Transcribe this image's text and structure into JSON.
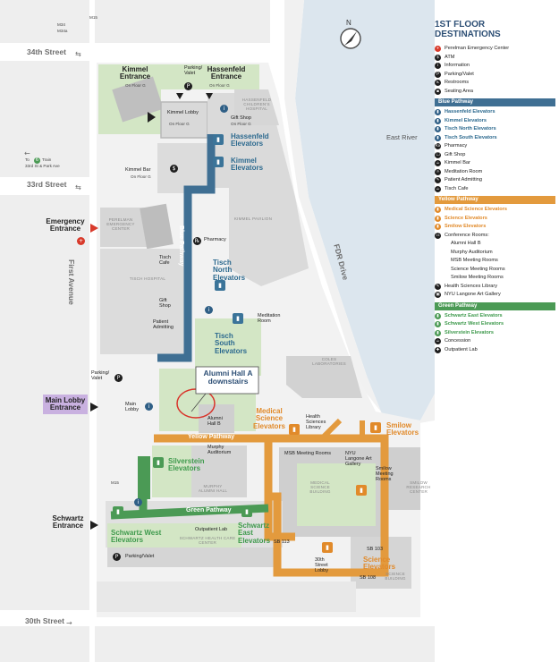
{
  "colors": {
    "blue_pathway": "#3f6f93",
    "yellow_pathway": "#e39a3d",
    "green_pathway": "#4b9a55",
    "water": "#dce6ee",
    "building": "#e4e4e4",
    "courtyard": "#d3e6c5",
    "emergency_red": "#d83a2b",
    "main_lobby_purple": "#c9b1e0"
  },
  "streets": {
    "s34": "34th Street",
    "s33": "33rd Street",
    "s30": "30th Street",
    "first_ave": "First Avenue",
    "fdr": "FDR Drive",
    "east_river": "East River",
    "bus_m34": "M34",
    "bus_m34a": "M34a",
    "bus_m15_top": "M15",
    "bus_m15_bottom": "M15",
    "train_to": "To",
    "train_line": "Train",
    "train_stop": "33rd St & Park Ave"
  },
  "compass": "N",
  "buildings": {
    "hassenfeld": "HASSENFELD CHILDREN'S HOSPITAL",
    "kimmel_pavilion": "KIMMEL PAVILION",
    "perelman": "PERELMAN EMERGENCY CENTER",
    "tisch": "TISCH HOSPITAL",
    "coles": "COLES LABORATORIES",
    "medical_science": "MEDICAL SCIENCE BUILDING",
    "smilow_research": "SMILOW RESEARCH CENTER",
    "murphy": "MURPHY ALUMNI HALL",
    "schwartz": "SCHWARTZ HEALTH CARE CENTER",
    "science_building": "SCIENCE BUILDING"
  },
  "entrances": {
    "kimmel": "Kimmel Entrance",
    "kimmel_floor": "On Floor G",
    "hassenfeld": "Hassenfeld Entrance",
    "hassenfeld_floor": "On Floor G",
    "emergency": "Emergency Entrance",
    "main_lobby": "Main Lobby Entrance",
    "schwartz": "Schwartz Entrance"
  },
  "places": {
    "parking_top": "Parking/ Valet",
    "kimmel_lobby": "Kimmel Lobby",
    "kimmel_lobby_floor": "On Floor G",
    "gift_shop_top": "Gift Shop",
    "gift_shop_top_floor": "On Floor G",
    "kimmel_bar": "Kimmel Bar",
    "kimmel_bar_floor": "On Floor G",
    "pharmacy": "Pharmacy",
    "tisch_cafe": "Tisch Cafe",
    "gift_shop": "Gift Shop",
    "patient_admitting": "Patient Admitting",
    "meditation_room": "Meditation Room",
    "parking_mid": "Parking/ Valet",
    "main_lobby": "Main Lobby",
    "alumni_hall_b": "Alumni Hall B",
    "murphy_auditorium": "Murphy Auditorium",
    "health_sciences_library": "Health Sciences Library",
    "msb_meeting_rooms": "MSB Meeting Rooms",
    "nyu_langone_art_gallery": "NYU Langone Art Gallery",
    "smilow_meeting_rooms": "Smilow Meeting Rooms",
    "outpatient_lab": "Outpatient Lab",
    "parking_bottom": "Parking/Valet",
    "sb113": "SB 113",
    "sb103": "SB 103",
    "sb108": "SB 108",
    "thirtieth_lobby": "30th Street Lobby"
  },
  "elevators": {
    "hassenfeld": "Hassenfeld Elevators",
    "kimmel": "Kimmel Elevators",
    "tisch_north": "Tisch North Elevators",
    "tisch_south": "Tisch South Elevators",
    "medical_science": "Medical Science Elevators",
    "smilow": "Smilow Elevators",
    "silverstein": "Silverstein Elevators",
    "schwartz_west": "Schwartz West Elevators",
    "schwartz_east": "Schwartz East Elevators",
    "science": "Science Elevators"
  },
  "pathways": {
    "blue": "Blue Pathway",
    "yellow": "Yellow Pathway",
    "green": "Green Pathway"
  },
  "callout": {
    "text": "Alumni Hall A downstairs"
  },
  "legend": {
    "title_line1": "1ST FLOOR",
    "title_line2": "DESTINATIONS",
    "general": [
      {
        "label": "Perelman Emergency Center",
        "icon": "emergency-cross-icon",
        "glyph": "+"
      },
      {
        "label": "ATM",
        "icon": "atm-icon",
        "glyph": "$"
      },
      {
        "label": "Information",
        "icon": "information-icon",
        "glyph": "i"
      },
      {
        "label": "Parking/Valet",
        "icon": "parking-icon",
        "glyph": "P"
      },
      {
        "label": "Restrooms",
        "icon": "restroom-icon",
        "glyph": "♿"
      },
      {
        "label": "Seating Area",
        "icon": "seating-icon",
        "glyph": "▪"
      }
    ],
    "blue_header": "Blue Pathway",
    "blue_items": [
      {
        "label": "Hassenfeld Elevators",
        "glyph": "▮",
        "color": "blue"
      },
      {
        "label": "Kimmel Elevators",
        "glyph": "▮",
        "color": "blue"
      },
      {
        "label": "Tisch North Elevators",
        "glyph": "▮",
        "color": "blue"
      },
      {
        "label": "Tisch South Elevators",
        "glyph": "▮",
        "color": "blue"
      },
      {
        "label": "Pharmacy",
        "glyph": "Rx",
        "color": "black"
      },
      {
        "label": "Gift Shop",
        "glyph": "☐",
        "color": "black"
      },
      {
        "label": "Kimmel Bar",
        "glyph": "☕",
        "color": "black"
      },
      {
        "label": "Meditation Room",
        "glyph": "☼",
        "color": "black"
      },
      {
        "label": "Patient Admitting",
        "glyph": "✎",
        "color": "black"
      },
      {
        "label": "Tisch Cafe",
        "glyph": "☕",
        "color": "black"
      }
    ],
    "yellow_header": "Yellow Pathway",
    "yellow_items": [
      {
        "label": "Medical Science Elevators",
        "glyph": "▮",
        "color": "or",
        "sub": false
      },
      {
        "label": "Science Elevators",
        "glyph": "▮",
        "color": "or",
        "sub": false
      },
      {
        "label": "Smilow Elevators",
        "glyph": "▮",
        "color": "or",
        "sub": false
      },
      {
        "label": "Conference Rooms:",
        "glyph": "☷",
        "color": "black",
        "sub": false
      },
      {
        "label": "Alumni Hall B",
        "glyph": "",
        "color": "none",
        "sub": true
      },
      {
        "label": "Murphy Auditorium",
        "glyph": "",
        "color": "none",
        "sub": true
      },
      {
        "label": "MSB Meeting Rooms",
        "glyph": "",
        "color": "none",
        "sub": true
      },
      {
        "label": "Science Meeting Rooms",
        "glyph": "",
        "color": "none",
        "sub": true
      },
      {
        "label": "Smilow Meeting Rooms",
        "glyph": "",
        "color": "none",
        "sub": true
      },
      {
        "label": "Health Sciences Library",
        "glyph": "✎",
        "color": "black",
        "sub": false
      },
      {
        "label": "NYU Langone Art Gallery",
        "glyph": "▣",
        "color": "black",
        "sub": false
      }
    ],
    "green_header": "Green Pathway",
    "green_items": [
      {
        "label": "Schwartz East Elevators",
        "glyph": "▮",
        "color": "gr"
      },
      {
        "label": "Schwartz West Elevators",
        "glyph": "▮",
        "color": "gr"
      },
      {
        "label": "Silverstein Elevators",
        "glyph": "▮",
        "color": "gr"
      },
      {
        "label": "Concession",
        "glyph": "☕",
        "color": "black"
      },
      {
        "label": "Outpatient Lab",
        "glyph": "✚",
        "color": "black"
      }
    ]
  }
}
